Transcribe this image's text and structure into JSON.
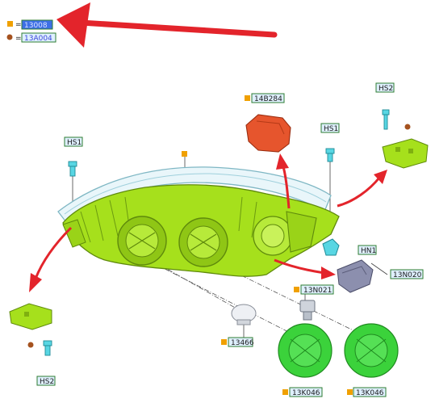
{
  "legend": {
    "items": [
      {
        "marker": "square",
        "color": "#f0a000",
        "text": "13008",
        "selected": true
      },
      {
        "marker": "circle",
        "color": "#a5521f",
        "text": "13A004",
        "selected": false
      }
    ],
    "eq": "="
  },
  "callouts": {
    "hs1_left": "HS1",
    "hs1_right": "HS1",
    "hs2_top": "HS2",
    "hs2_bottom": "HS2",
    "motor": "14B284",
    "hn1": "HN1",
    "cap_small": "13N020",
    "socket": "13N021",
    "bulb": "13466",
    "cap_left": "13K046",
    "cap_right": "13K046"
  },
  "colors": {
    "housing": "#a6e01c",
    "housing_dark": "#5f8a0c",
    "cap": "#3bd23b",
    "motor": "#e6552d",
    "clip": "#58d6e3",
    "cap_small": "#8c8fae",
    "arrow": "#e3242b",
    "label_border": "#2e7d32",
    "label_bg": "#dff0ff",
    "selected_bg": "#3d6fe6"
  }
}
